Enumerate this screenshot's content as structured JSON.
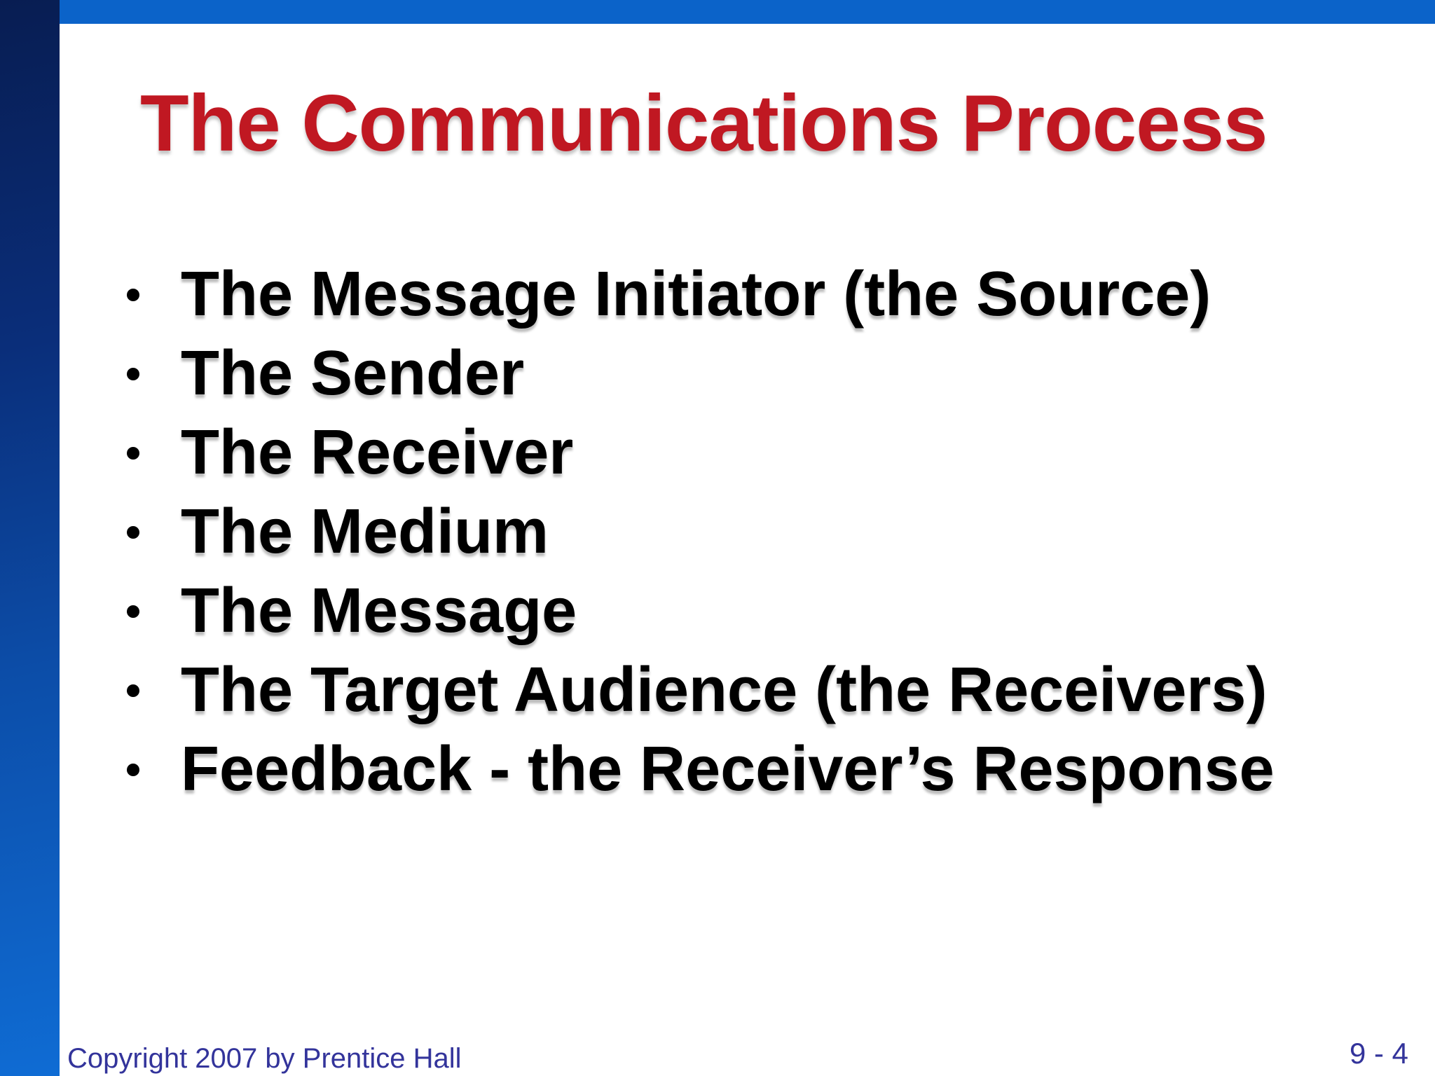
{
  "slide": {
    "title": "The Communications Process",
    "bullets": [
      "The Message Initiator (the Source)",
      "The Sender",
      "The Receiver",
      "The Medium",
      "The Message",
      "The Target Audience (the Receivers)",
      "Feedback - the Receiver’s Response"
    ],
    "footer": {
      "copyright": "Copyright 2007 by Prentice Hall",
      "page_number": "9 - 4"
    },
    "colors": {
      "top_bar": "#0b63c9",
      "sidebar_gradient_top": "#081d52",
      "sidebar_gradient_bottom": "#0f6cd4",
      "title_text": "#c01822",
      "bullet_text": "#000000",
      "footer_text": "#33349b",
      "background": "#ffffff"
    }
  }
}
